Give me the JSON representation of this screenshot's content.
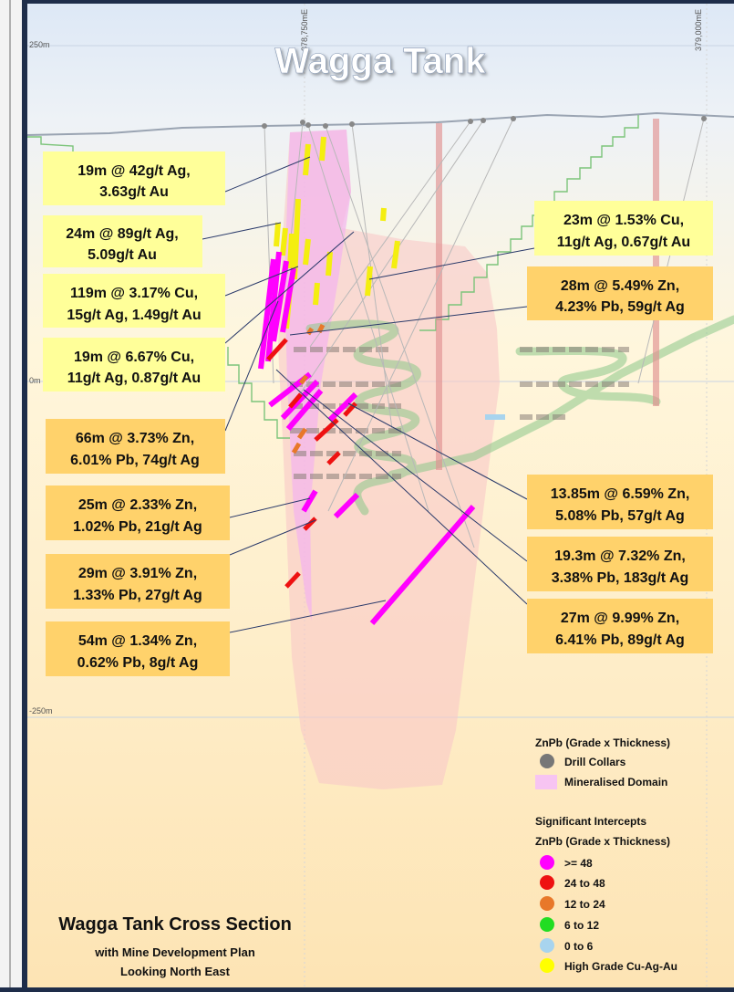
{
  "title": "Wagga Tank",
  "coords": {
    "easting_left": "378,750mE",
    "easting_right": "379,000mE"
  },
  "elevations": {
    "top": "250m",
    "middle": "0m",
    "bottom": "-250m"
  },
  "intercepts_left": [
    {
      "line1": "19m @ 42g/t Ag,",
      "line2": "3.63g/t Au",
      "category": "High Grade Cu-Ag-Au"
    },
    {
      "line1": "24m @ 89g/t Ag,",
      "line2": "5.09g/t Au",
      "category": "High Grade Cu-Ag-Au"
    },
    {
      "line1": "119m @ 3.17% Cu,",
      "line2": "15g/t Ag, 1.49g/t Au",
      "category": "High Grade Cu-Ag-Au"
    },
    {
      "line1": "19m @ 6.67% Cu,",
      "line2": "11g/t Ag, 0.87g/t Au",
      "category": "High Grade Cu-Ag-Au"
    },
    {
      "line1": "66m @ 3.73% Zn,",
      "line2": "6.01% Pb, 74g/t Ag",
      "category": "ZnPb"
    },
    {
      "line1": "25m @ 2.33% Zn,",
      "line2": "1.02% Pb, 21g/t Ag",
      "category": "ZnPb"
    },
    {
      "line1": "29m @ 3.91% Zn,",
      "line2": "1.33% Pb, 27g/t Ag",
      "category": "ZnPb"
    },
    {
      "line1": "54m @ 1.34% Zn,",
      "line2": "0.62% Pb, 8g/t Ag",
      "category": "ZnPb"
    }
  ],
  "intercepts_right": [
    {
      "line1": "23m @ 1.53% Cu,",
      "line2": "11g/t Ag, 0.67g/t Au",
      "category": "High Grade Cu-Ag-Au"
    },
    {
      "line1": "28m @ 5.49% Zn,",
      "line2": "4.23% Pb, 59g/t Ag",
      "category": "ZnPb"
    },
    {
      "line1": "13.85m @ 6.59% Zn,",
      "line2": "5.08% Pb, 57g/t Ag",
      "category": "ZnPb"
    },
    {
      "line1": "19.3m @ 7.32% Zn,",
      "line2": "3.38% Pb, 183g/t Ag",
      "category": "ZnPb"
    },
    {
      "line1": "27m @ 9.99% Zn,",
      "line2": "6.41% Pb, 89g/t Ag",
      "category": "ZnPb"
    }
  ],
  "legend": {
    "header": "ZnPb (Grade x Thickness)",
    "drill_collars": "Drill Collars",
    "mineralised_domain": "Mineralised Domain",
    "significant_header": "Significant Intercepts",
    "significant_sub": "ZnPb (Grade x Thickness)",
    "classes": [
      {
        "label": ">= 48",
        "color": "#ff00ff"
      },
      {
        "label": "24 to 48",
        "color": "#ee1111"
      },
      {
        "label": "12 to 24",
        "color": "#e8782a"
      },
      {
        "label": "6 to 12",
        "color": "#22dd22"
      },
      {
        "label": "0 to 6",
        "color": "#a8d4ee"
      },
      {
        "label": "High Grade Cu-Ag-Au",
        "color": "#ffff00"
      }
    ],
    "collar_color": "#777777",
    "domain_color": "#f7c4f2"
  },
  "footer": {
    "title": "Wagga Tank Cross Section",
    "line1": "with Mine Development Plan",
    "line2": "Looking North East"
  },
  "colors": {
    "label_yellow": "#ffff99",
    "label_orange": "#ffd26b",
    "background_top": "#e8eef8",
    "background_bottom": "#fde6b8"
  }
}
